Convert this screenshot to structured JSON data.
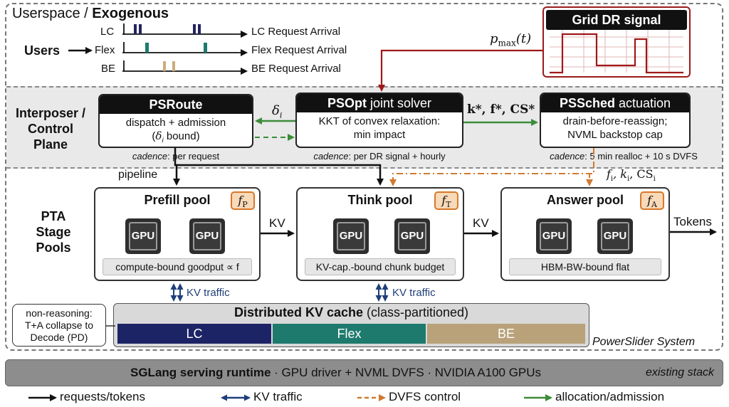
{
  "layers": {
    "userspace_prefix": "Userspace / ",
    "userspace_bold": "Exogenous",
    "control_line1": "Interposer /",
    "control_line2": "Control",
    "control_line3": "Plane",
    "pta_line1": "PTA",
    "pta_line2": "Stage",
    "pta_line3": "Pools"
  },
  "users": {
    "label": "Users",
    "rows": [
      {
        "class": "LC",
        "text": "LC Request Arrival",
        "color": "#23235f"
      },
      {
        "class": "Flex",
        "text": "Flex Request Arrival",
        "color": "#1f7a6e"
      },
      {
        "class": "BE",
        "text": "BE Request Arrival",
        "color": "#c9ad7b"
      }
    ]
  },
  "grid": {
    "title": "Grid DR signal",
    "pmax_base": "p",
    "pmax_sub": "max",
    "pmax_arg": "(t)"
  },
  "psroute": {
    "title": "PSRoute",
    "line1": "dispatch + admission",
    "line2_pre": "(",
    "line2_sym": "δ",
    "line2_sub": "i",
    "line2_post": " bound)",
    "cadence_label": "cadence",
    "cadence_text": ": per request"
  },
  "psopt": {
    "title_bold": "PSOpt",
    "title_rest": " joint solver",
    "line1": "KKT of convex relaxation:",
    "line2": "min impact",
    "cadence_label": "cadence",
    "cadence_text": ": per DR signal + hourly"
  },
  "pssched": {
    "title_bold": "PSSched",
    "title_rest": " actuation",
    "line1": "drain-before-reassign;",
    "line2": "NVML backstop cap",
    "cadence_label": "cadence",
    "cadence_text": ": 5 min realloc + 10 s DVFS"
  },
  "edge_labels": {
    "delta": "δ",
    "delta_sub": "i",
    "kfcs": "k*, f*, CS*",
    "fkcs": "f",
    "fkcs_sub1": "i",
    "fkcs_k": ", k",
    "fkcs_sub2": "i",
    "fkcs_cs": ", CS",
    "fkcs_sub3": "i",
    "pipeline": "pipeline",
    "kv1": "KV",
    "kv2": "KV",
    "tokens": "Tokens",
    "kv_traffic1": "KV traffic",
    "kv_traffic2": "KV traffic"
  },
  "pools": [
    {
      "title": "Prefill pool",
      "badge": "f",
      "badge_sub": "P",
      "foot": "compute-bound goodput ∝ f",
      "gpu": "GPU"
    },
    {
      "title": "Think pool",
      "badge": "f",
      "badge_sub": "T",
      "foot": "KV-cap.-bound chunk budget",
      "gpu": "GPU"
    },
    {
      "title": "Answer pool",
      "badge": "f",
      "badge_sub": "A",
      "foot": "HBM-BW-bound flat",
      "gpu": "GPU"
    }
  ],
  "nonreasoning": {
    "line1": "non-reasoning:",
    "line2": "T+A collapse to",
    "line3": "Decode (PD)"
  },
  "kvcache": {
    "title_bold": "Distributed KV cache",
    "title_rest": " (class-partitioned)",
    "segments": [
      {
        "label": "LC",
        "color": "#1d2466"
      },
      {
        "label": "Flex",
        "color": "#1f7a6e"
      },
      {
        "label": "BE",
        "color": "#b9a27a"
      }
    ]
  },
  "system_label": "PowerSlider System",
  "runtime": {
    "bold": "SGLang serving runtime",
    "rest": " · GPU driver + NVML DVFS · NVIDIA A100 GPUs",
    "tag": "existing stack"
  },
  "legend": [
    {
      "label": "requests/tokens",
      "color": "#111111"
    },
    {
      "label": "KV traffic",
      "color": "#1f3f7a"
    },
    {
      "label": "DVFS control",
      "color": "#d07a30"
    },
    {
      "label": "allocation/admission",
      "color": "#3d8c3a"
    }
  ],
  "colors": {
    "grid_red": "#a01818",
    "alloc_green": "#3d8c3a",
    "dvfs_orange": "#d07a30",
    "kv_blue": "#1f3f7a"
  }
}
